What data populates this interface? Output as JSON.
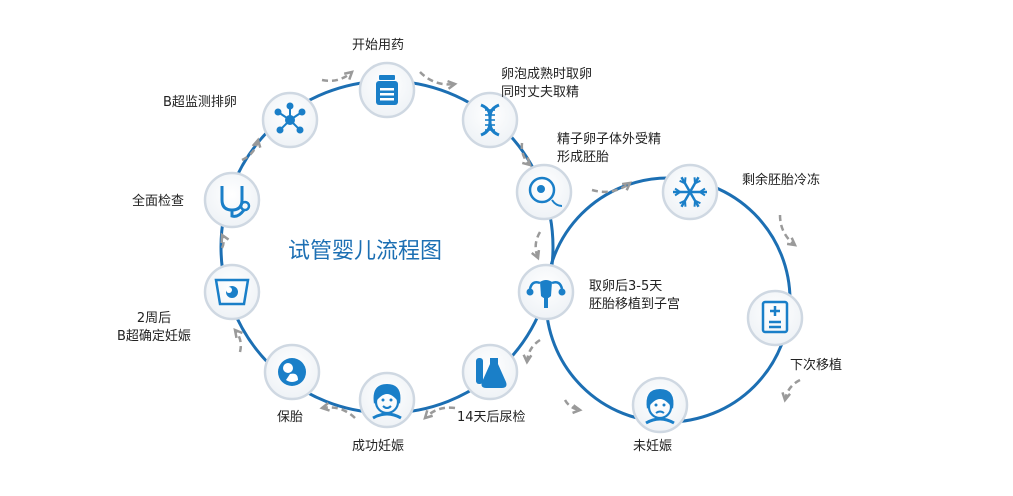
{
  "title": "试管婴儿流程图",
  "colors": {
    "ring": "#1c6fb3",
    "icon_fill": "#1a7fc8",
    "icon_stroke": "#cfd8e2",
    "arrow": "#9a9a9a",
    "text": "#222222",
    "title": "#1c6fb3"
  },
  "steps": [
    {
      "text": "开始用药",
      "icon": "medicine-bottle-icon"
    },
    {
      "text": "卵泡成熟时取卵\n同时丈夫取精",
      "icon": "dna-icon"
    },
    {
      "text": "精子卵子体外受精\n形成胚胎",
      "icon": "egg-sperm-icon"
    },
    {
      "text": "取卵后3-5天\n胚胎移植到子宫",
      "icon": "uterus-icon"
    },
    {
      "text": "14天后尿检",
      "icon": "test-tube-icon"
    },
    {
      "text": "成功妊娠",
      "icon": "happy-woman-icon"
    },
    {
      "text": "保胎",
      "icon": "fetus-icon"
    },
    {
      "text": "2周后\nB超确定妊娠",
      "icon": "ultrasound-icon"
    },
    {
      "text": "全面检查",
      "icon": "stethoscope-icon"
    },
    {
      "text": "B超监测排卵",
      "icon": "molecule-icon"
    },
    {
      "text": "剩余胚胎冷冻",
      "icon": "snowflake-icon"
    },
    {
      "text": "下次移植",
      "icon": "document-icon"
    },
    {
      "text": "未妊娠",
      "icon": "sad-woman-icon"
    }
  ]
}
